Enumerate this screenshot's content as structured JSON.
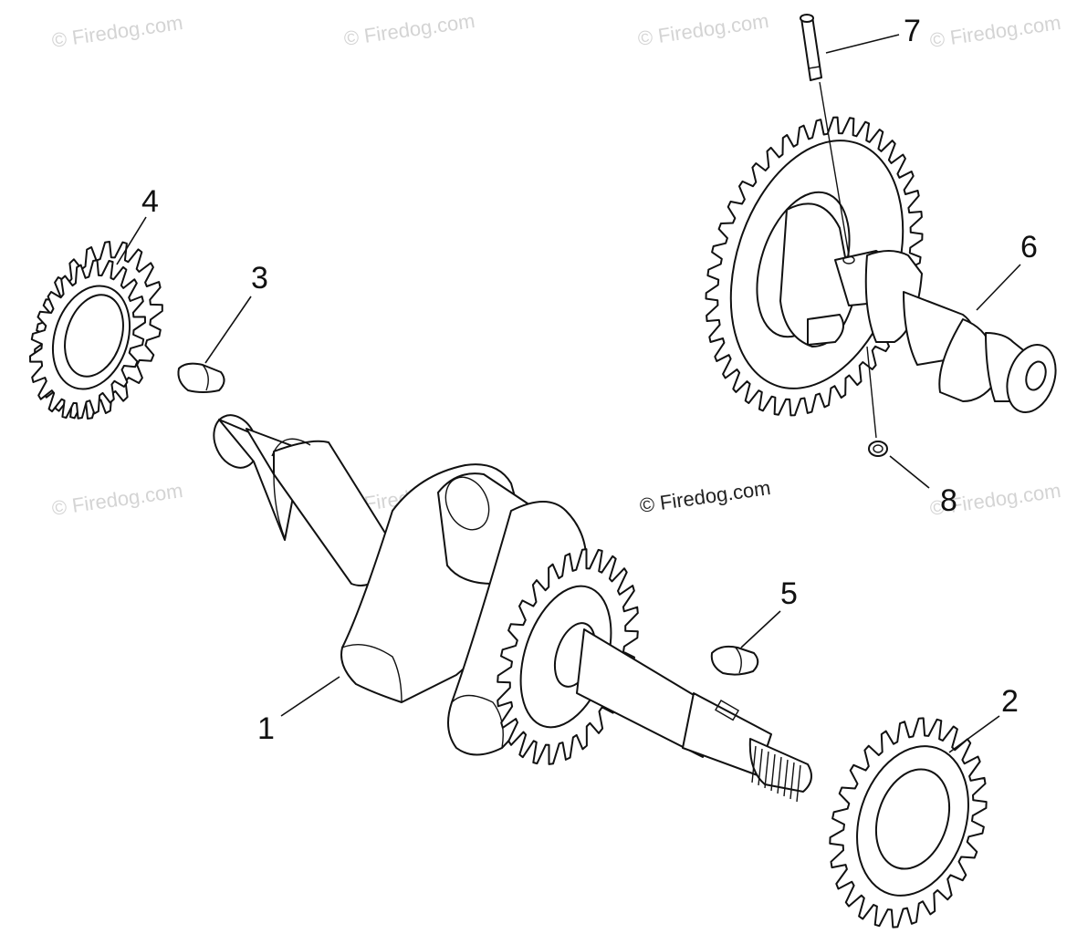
{
  "watermarks": {
    "text": "© Firedog.com",
    "center_text": "© Firedog.com"
  },
  "callouts": {
    "c1": "1",
    "c2": "2",
    "c3": "3",
    "c4": "4",
    "c5": "5",
    "c6": "6",
    "c7": "7",
    "c8": "8"
  }
}
